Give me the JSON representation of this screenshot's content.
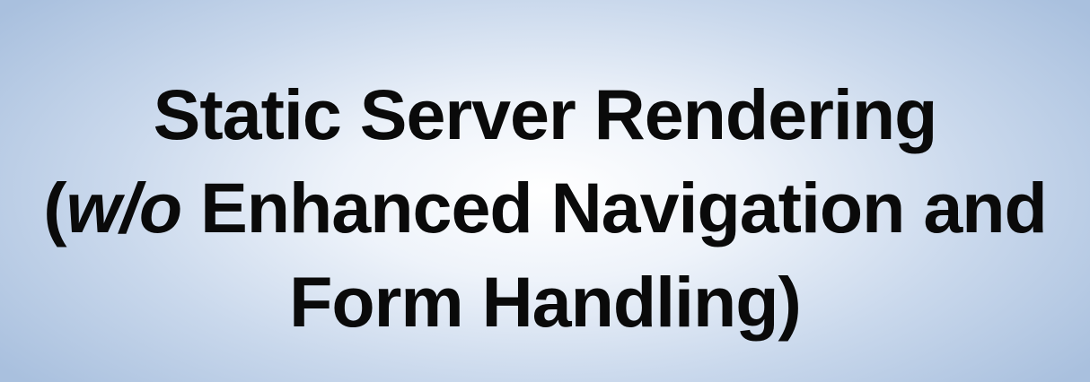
{
  "slide": {
    "title_line1": "Static Server Rendering",
    "title_line2_open": "(",
    "title_line2_italic": "w/o",
    "title_line2_rest": " Enhanced Navigation and",
    "title_line3": "Form Handling)"
  }
}
